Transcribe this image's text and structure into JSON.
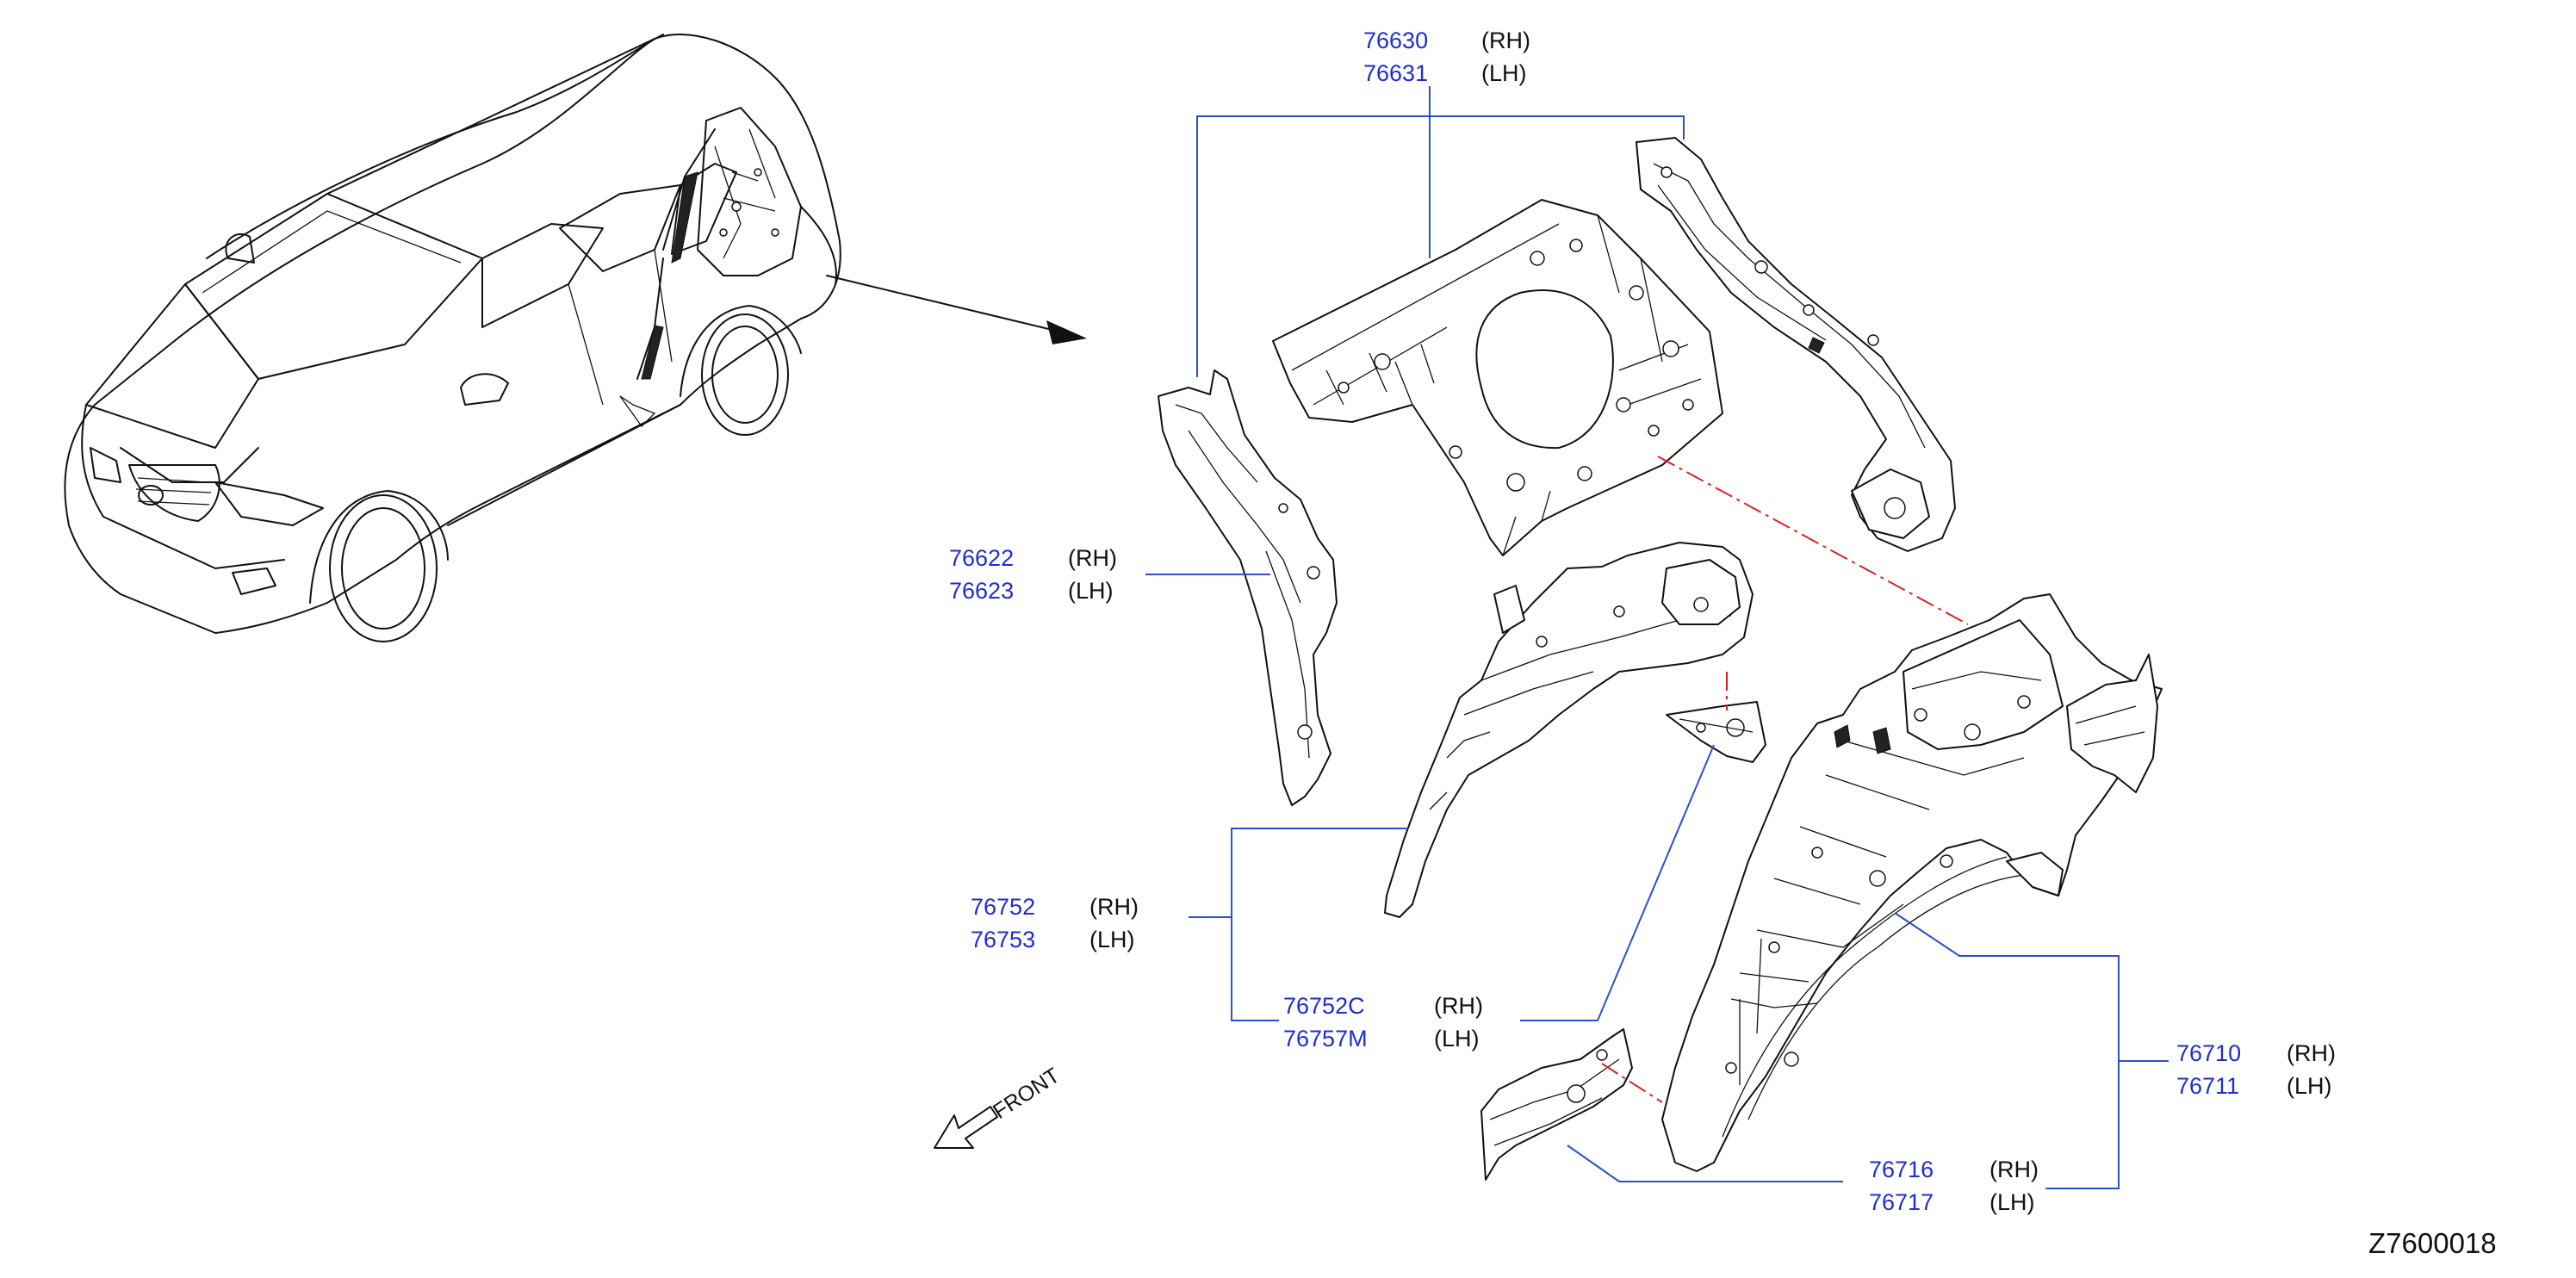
{
  "illustration_code": "Z7600018",
  "front_label": "FRONT",
  "callouts": [
    {
      "id": "c76630",
      "numbers": [
        "76630",
        "76631"
      ],
      "sides": [
        "(RH)",
        "(LH)"
      ]
    },
    {
      "id": "c76622",
      "numbers": [
        "76622",
        "76623"
      ],
      "sides": [
        "(RH)",
        "(LH)"
      ]
    },
    {
      "id": "c76752",
      "numbers": [
        "76752",
        "76753"
      ],
      "sides": [
        "(RH)",
        "(LH)"
      ]
    },
    {
      "id": "c76752C",
      "numbers": [
        "76752C",
        "76757M"
      ],
      "sides": [
        "(RH)",
        "(LH)"
      ]
    },
    {
      "id": "c76710",
      "numbers": [
        "76710",
        "76711"
      ],
      "sides": [
        "(RH)",
        "(LH)"
      ]
    },
    {
      "id": "c76716",
      "numbers": [
        "76716",
        "76717"
      ],
      "sides": [
        "(RH)",
        "(LH)"
      ]
    }
  ],
  "colors": {
    "part_number": "#1f2bd6",
    "leader_line": "#2a4fd0",
    "alignment_line": "#e02020"
  },
  "icons": [
    "front-arrow-icon"
  ]
}
